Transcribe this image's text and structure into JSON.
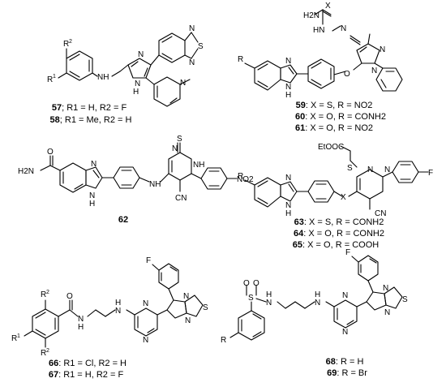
{
  "compounds": {
    "c57": {
      "num": "57",
      "text": "; R1 = H, R2 = F"
    },
    "c58": {
      "num": "58",
      "text": "; R1 = Me, R2 = H"
    },
    "c59": {
      "num": "59",
      "text": ": X = S, R = NO2"
    },
    "c60": {
      "num": "60",
      "text": ": X = O, R = CONH2"
    },
    "c61": {
      "num": "61",
      "text": ": X = O, R = NO2"
    },
    "c62": {
      "num": "62"
    },
    "c63": {
      "num": "63",
      "text": ": X = S, R = CONH2"
    },
    "c64": {
      "num": "64",
      "text": ": X = O, R = CONH2"
    },
    "c65": {
      "num": "65",
      "text": ": X = O, R = COOH"
    },
    "c66": {
      "num": "66",
      "text": ": R1 = Cl, R2 = H"
    },
    "c67": {
      "num": "67",
      "text": ": R1 = H, R2 = F"
    },
    "c68": {
      "num": "68",
      "text": ": R = H"
    },
    "c69": {
      "num": "69",
      "text": ": R = Br"
    }
  },
  "atom_labels": {
    "R": "R",
    "R1": "R1",
    "R2": "R2",
    "X": "X",
    "N": "N",
    "NH": "NH",
    "H": "H",
    "S": "S",
    "O": "O",
    "F": "F",
    "CN": "CN",
    "NH2": "NH2",
    "H2N": "H2N",
    "NO2": "NO2",
    "EtOOC": "EtOOC",
    "HN": "HN"
  }
}
